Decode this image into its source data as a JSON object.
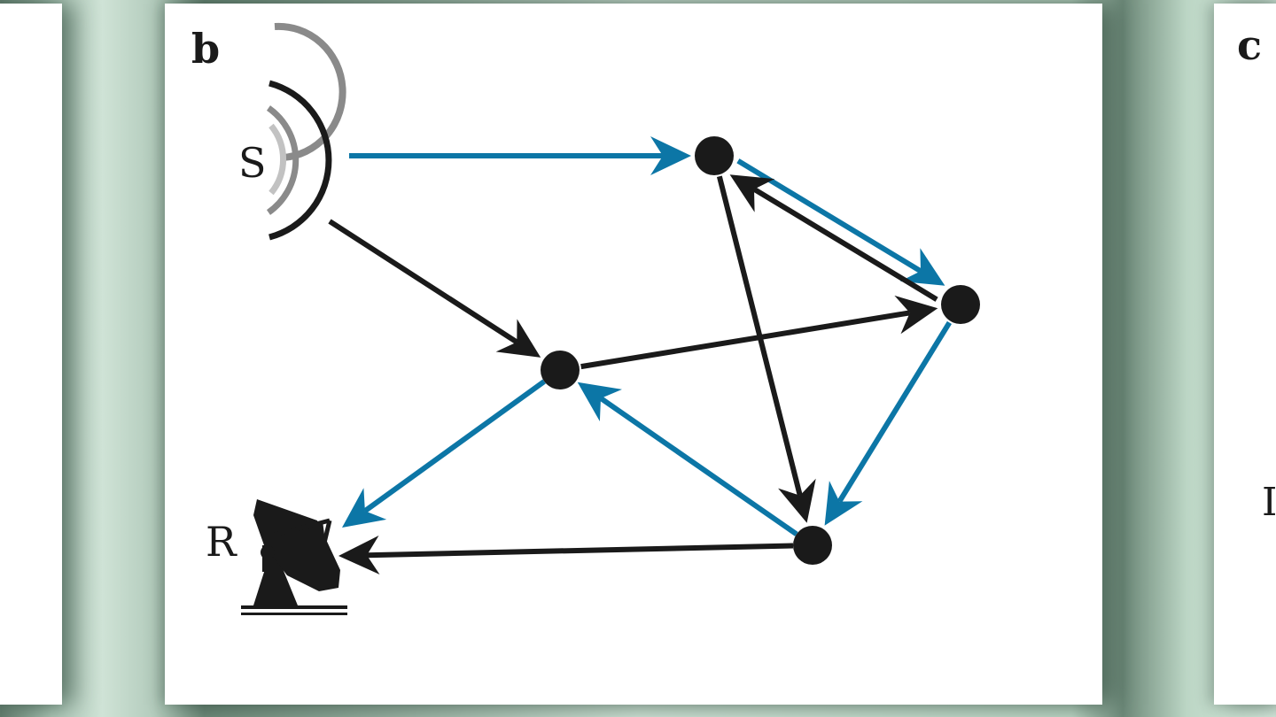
{
  "panels": {
    "b": {
      "label": "b"
    },
    "c": {
      "label": "c",
      "partial_text": "I"
    }
  },
  "diagram": {
    "source_label": "S",
    "receiver_label": "R",
    "colors": {
      "blue": "#0c76a6",
      "black": "#1a1a1a",
      "wave_dark": "#8a8a8a",
      "wave_light": "#c2c2c2"
    },
    "nodes": [
      "n1",
      "n2",
      "n3",
      "n4"
    ],
    "edges": [
      {
        "from": "S",
        "to": "n1",
        "color": "blue"
      },
      {
        "from": "S",
        "to": "n2",
        "color": "black"
      },
      {
        "from": "n1",
        "to": "n3",
        "color": "blue"
      },
      {
        "from": "n3",
        "to": "n1",
        "color": "black"
      },
      {
        "from": "n1",
        "to": "n4",
        "color": "black"
      },
      {
        "from": "n2",
        "to": "n3",
        "color": "black"
      },
      {
        "from": "n3",
        "to": "n4",
        "color": "blue"
      },
      {
        "from": "n4",
        "to": "n2",
        "color": "blue"
      },
      {
        "from": "n2",
        "to": "R",
        "color": "blue"
      },
      {
        "from": "n4",
        "to": "R",
        "color": "black"
      }
    ]
  }
}
